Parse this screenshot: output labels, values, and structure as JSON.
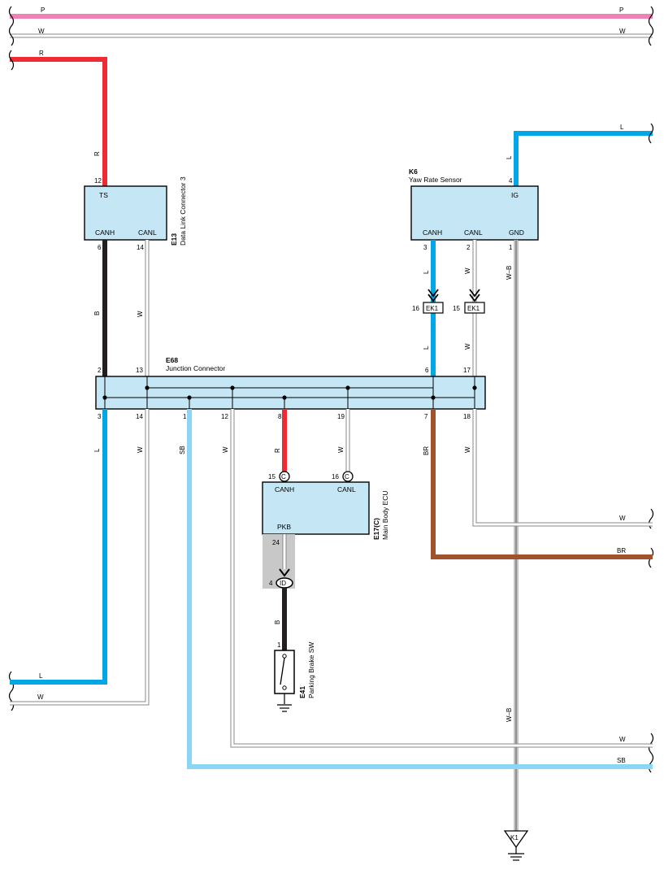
{
  "colors": {
    "P": "#ee82b4",
    "W_fill": "#ffffff",
    "W_edge": "#888888",
    "R": "#ee2b33",
    "B": "#231f20",
    "L": "#00a7e6",
    "SB": "#8dd5f5",
    "BR": "#a0522d",
    "box_fill": "#c5e6f5",
    "shade": "#c8c8c8"
  },
  "wires": {
    "top_p": "P",
    "top_w": "W",
    "r": "R",
    "l_right": "L",
    "l_k6_ig": "L",
    "r_e13_ts": "R",
    "b": "B",
    "w_e13_canl": "W",
    "l_k6_canh": "L",
    "w_k6_canl": "W",
    "wb_k6": "W–B",
    "l_ek1_lower": "L",
    "w_ek1_lower": "W",
    "l_e68_3": "L",
    "w_e68_14": "W",
    "sb_e68_1": "SB",
    "w_e68_12": "W",
    "r_e68_8": "R",
    "w_e68_19": "W",
    "br_e68_7": "BR",
    "w_e68_18": "W",
    "w_right_mid": "W",
    "br_right": "BR",
    "b_pkb": "B",
    "l_left": "L",
    "w_left": "W",
    "wb_lower": "W–B",
    "w_right_low": "W",
    "sb_right_low": "SB"
  },
  "components": {
    "e13": {
      "code": "E13",
      "name": "Data Link Connector 3",
      "ts": "TS",
      "canh": "CANH",
      "canl": "CANL",
      "pin_ts": "12",
      "pin_canh": "6",
      "pin_canl": "14"
    },
    "k6": {
      "code": "K6",
      "name": "Yaw Rate Sensor",
      "ig": "IG",
      "canh": "CANH",
      "canl": "CANL",
      "gnd": "GND",
      "pin_ig": "4",
      "pin_canh": "3",
      "pin_canl": "2",
      "pin_gnd": "1"
    },
    "ek1": {
      "label_a": "EK1",
      "label_b": "EK1",
      "pin_a": "16",
      "pin_b": "15"
    },
    "e68": {
      "code": "E68",
      "name": "Junction Connector",
      "top_pins": [
        "2",
        "13",
        "6",
        "17"
      ],
      "bottom_pins": [
        "3",
        "14",
        "1",
        "12",
        "8",
        "19",
        "7",
        "18"
      ]
    },
    "e17": {
      "code": "E17(C)",
      "name": "Main Body ECU",
      "canh": "CANH",
      "canl": "CANL",
      "pkb": "PKB",
      "pin_canh": "15",
      "pin_canl": "16",
      "pin_pkb": "24",
      "conn_canh": "C",
      "conn_canl": "C"
    },
    "id": {
      "label": "ID",
      "pin": "4"
    },
    "e41": {
      "code": "E41",
      "name": "Parking Brake SW",
      "pin": "1"
    },
    "k1": {
      "label": "K1"
    }
  }
}
